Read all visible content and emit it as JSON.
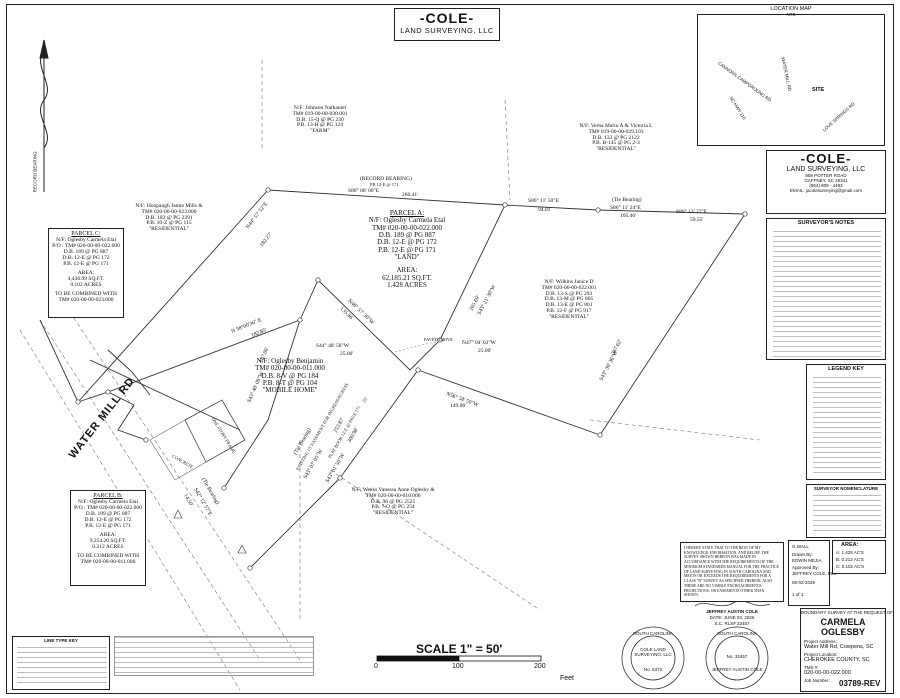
{
  "header": {
    "company": "-COLE-",
    "company_sub": "LAND SURVEYING, LLC"
  },
  "location_map": {
    "title": "LOCATION MAP",
    "subtitle": "NTS",
    "site_label": "SITE",
    "roads": [
      "CANNONS CAMPGROUND RD",
      "WATER MILL RD",
      "SC HWY 110",
      "LOVE SPRINGS RD"
    ]
  },
  "company_block": {
    "name": "-COLE-",
    "sub": "LAND SURVEYING, LLC",
    "address1": "858 POTTER ROAD",
    "address2": "GAFFNEY, SC 29341",
    "phone": "(864) 809 - 4483",
    "email": "EMAIL: jacolesurveying@gmail.com"
  },
  "surveyor_notes": {
    "title": "SURVEYOR'S NOTES"
  },
  "legend": {
    "title": "LEGEND KEY"
  },
  "nomenclature": {
    "title": "SURVEYOR NOMENCLATURE"
  },
  "line_type_key": {
    "title": "LINE TYPE KEY"
  },
  "adjoiners": {
    "johnson": [
      "N/F: Johnson Nathaniel",
      "TM# 019-00-00-030.001",
      "D.B. 15-Q @ PG 230",
      "P.B. 13-H @ PG 124",
      "\"FARM\""
    ],
    "verna": [
      "N/F: Verna Mario A & Victoria L",
      "TM# 019-00-00-029.103",
      "D.B. 133 @ PG 2122",
      "P.B. B-145 @ PG 2-3",
      "\"RESIDENTIAL\""
    ],
    "hoopaugh": [
      "N/F: Hoopaugh Jamie Mills &",
      "TM# 020-00-00-023.000",
      "D.B. 183 @ PG 2391",
      "P.B. 10-Z @ PG 115",
      "\"RESIDENTIAL\""
    ],
    "wilkins": [
      "N/F: Wilkins Janice D",
      "TM# 020-00-00-022.001",
      "D.B. 13-S @ PG 293",
      "D.B. 13-M @ PG 805",
      "D.B. 13-E @ PG 861",
      "P.B. 12-F @ PG 917",
      "\"RESIDENTIAL\""
    ],
    "ogelsby_b": [
      "N/F: Oglesby Benjamin",
      "TM# 020-00-00-011.000",
      "D.B. 8-V @ PG 184",
      "P.B. 8-T @ PG 104",
      "\"MOBILE HOME\""
    ],
    "weeks": [
      "N/F: Weeks Vanessa Anne Oglesby &",
      "TM# 020-00-00-010.000",
      "D.B. 96 @ PG 2525",
      "P.B. 7-O @ PG 254",
      "\"RESIDENTIAL\""
    ]
  },
  "parcel_a": {
    "title": "PARCEL A:",
    "owner": "N/F: Oglesby Carmela Etal",
    "tm": "TM# 020-00-00-022.000",
    "db": "D.B. 189 @ PG 887",
    "db2": "D.B. 12-E @ PG 172",
    "pb": "P.B. 12-E @ PG 171",
    "use": "\"LAND\"",
    "area_label": "AREA:",
    "sqft": "62,185.21 SQ.FT.",
    "acres": "1.428 ACRES"
  },
  "parcel_c": {
    "title": "PARCEL C:",
    "owner": "N/F: Oglesby Carmela Etal",
    "tm": "P/O : TM# 020-00-00-022.000",
    "db": "D.B. 189 @ PG 887",
    "db2": "D.B. 12-E @ PG 172",
    "pb": "P.B. 12-E @ PG 171",
    "area_label": "AREA:",
    "sqft": "4,436.99 SQ.FT.",
    "acres": "0.102 ACRES",
    "combine1": "TO BE COMBINED WITH",
    "combine2": "TM# 020-00-00-023.000"
  },
  "parcel_b": {
    "title": "PARCEL B:",
    "owner": "N/F: Oglesby Carmela Etal",
    "tm": "P/O : TM# 020-00-00-022.000",
    "db": "D.B. 189 @ PG 887",
    "db2": "D.B. 12-E @ PG 172",
    "pb": "P.B. 12-E @ PG 171",
    "area_label": "AREA:",
    "sqft": "9,254.20 SQ.FT.",
    "acres": "0.212 ACRES",
    "combine1": "TO BE COMBINED WITH",
    "combine2": "TM# 020-00-00-011.000"
  },
  "bearings": {
    "record": "(RECORD BEARING)",
    "record_pb": "PB 12-E @ 171",
    "s86_08": "S86° 08' 00\"E",
    "d266": "266.41'",
    "s86_11_50": "S86° 11' 50\"E",
    "d94": "94.01'",
    "tie1": "(Tie Bearing)",
    "s86_11_24": "S86° 11' 24\"E",
    "d105": "105.46'",
    "s86_13": "S86° 13' 27\"E",
    "d59": "59.55'",
    "n44": "N44° 57' 52\"E",
    "d182": "182.27'",
    "n58": "N 58°00'36\" E",
    "d182b": "182.85'",
    "s44": "S44° 48' 58\"W",
    "d25a": "25.00'",
    "n47": "N47° 04' 02\"W",
    "d25b": "25.00'",
    "n46": "N46° 57' 30\"W",
    "d135": "135.86'",
    "s43_21": "S43° 21' 30\"W",
    "d265": "265.69'",
    "s43_left": "S43° 40' 09\"W",
    "d187": "187.06'",
    "n56": "N56° 58' 50\"W",
    "d149": "149.06'",
    "s43_right": "S43° 30' 36\"W",
    "d367": "367.62'",
    "tie2": "(Tie Bearing)",
    "s43_tie": "S43° 07' 05\"W",
    "d253": "253.87'",
    "s43_bottom": "S43° 01' 50\"W",
    "d300": "300.98'",
    "tie3": "(Tie Bearing)",
    "s42": "S42° 12' 57\"E",
    "d14": "14.50'",
    "easement": "EXISTING 15' EASEMENT FOR INGRESS/EGRESS",
    "plat": "PLAT BOOK 12-E @ PAGE 171",
    "d25c": "25'"
  },
  "labels": {
    "water_mill": "WATER MILL RD",
    "paved": "PAVED DRIVE",
    "one_story": "ONE STORY FRAME",
    "concrete": "CONCRETE",
    "record_bearing_arrow": "RECORD BEARING"
  },
  "certification": "I HEREBY STATE THAT TO THE BEST OF MY KNOWLEDGE, INFORMATION, AND BELIEF, THE SURVEY SHOWN HEREON WAS MADE IN ACCORDANCE WITH THE REQUIREMENTS OF THE MINIMUM STANDARDS MANUAL FOR THE PRACTICE OF LAND SURVEYING IN SOUTH CAROLINA AND MEETS OR EXCEEDS THE REQUIREMENTS FOR A CLASS \"B\" SURVEY AS SPECIFIED THEREIN; ALSO THERE ARE NO VISIBLE ENCROACHMENTS, PROJECTIONS, OR EASEMENTS OTHER THAN SHOWN.",
  "signature": {
    "name": "JEFFREY AUSTIN COLE",
    "date": "DATE: JUNE 03, 2026",
    "rls": "S.C. RLS# 32457"
  },
  "seals": {
    "left_top": "SOUTH CAROLINA",
    "left_mid": "COLE LAND SURVEYING, LLC",
    "left_no": "No. 5372",
    "right_top": "SOUTH CAROLINA",
    "right_no": "No. 32457",
    "right_name": "JEFFREY AUSTIN COLE"
  },
  "scale": {
    "label": "SCALE 1\" = 50'",
    "ticks": [
      "0",
      "100",
      "200"
    ],
    "unit": "Feet"
  },
  "drawing_info": {
    "party": "G.WALL",
    "drawn_label": "Drawn By:",
    "drawn": "EDWIN MEJIA",
    "approved_label": "Approved By:",
    "approved": "JEFFREY COLE, PLS",
    "date": "06-02-2026",
    "sheet": "1",
    "of": "of",
    "sheet_total": "1"
  },
  "area_box": {
    "title": "AREA:",
    "a": "A: 1.428 AC'S",
    "b": "B: 0.212 AC'S",
    "c": "C: 0.102 AC'S"
  },
  "title_block": {
    "request": "BOUNDARY SURVEY AT THE REQUEST OF:",
    "client1": "CARMELA",
    "client2": "OGLESBY",
    "addr_label": "Project Address:",
    "address": "Water Mill Rd, Cowpens, SC",
    "loc_label": "Project Location:",
    "location": "CHEROKEE COUNTY, SC",
    "tms_label": "TMS #:",
    "tms": "020-00-00-022.000",
    "job_label": "Job Number:",
    "job": "03789-REV"
  }
}
